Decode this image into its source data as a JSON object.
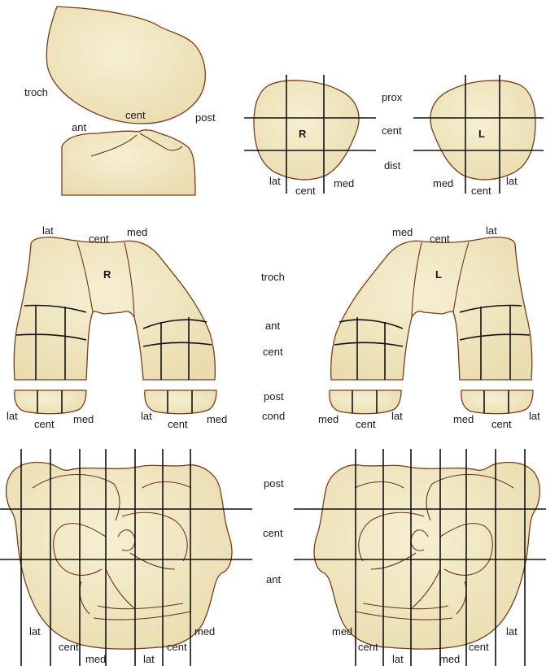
{
  "colors": {
    "bone_fill": "#e9dcae",
    "bone_highlight": "#f6efd2",
    "bone_outline": "#7a3b1c",
    "grid_line": "#111111",
    "detail_line": "#6b3319"
  },
  "knee_side": {
    "troch": "troch",
    "cent": "cent",
    "post": "post",
    "ant": "ant"
  },
  "patella": {
    "right_letter": "R",
    "left_letter": "L",
    "prox": "prox",
    "cent": "cent",
    "dist": "dist",
    "right_lat": "lat",
    "right_cent": "cent",
    "right_med": "med",
    "left_med": "med",
    "left_cent": "cent",
    "left_lat": "lat"
  },
  "femur": {
    "right_letter": "R",
    "left_letter": "L",
    "right_top": {
      "lat": "lat",
      "cent": "cent",
      "med": "med"
    },
    "left_top": {
      "med": "med",
      "cent": "cent",
      "lat": "lat"
    },
    "middle": {
      "troch": "troch",
      "ant": "ant",
      "cent": "cent",
      "post": "post",
      "cond": "cond"
    },
    "right_bottom_left": {
      "lat": "lat",
      "cent": "cent",
      "med": "med"
    },
    "right_bottom_right": {
      "lat": "lat",
      "cent": "cent",
      "med": "med"
    },
    "left_bottom_left": {
      "med": "med",
      "cent": "cent",
      "lat": "lat"
    },
    "left_bottom_right": {
      "med": "med",
      "cent": "cent",
      "lat": "lat"
    }
  },
  "tibia": {
    "middle": {
      "post": "post",
      "cent": "cent",
      "ant": "ant"
    },
    "right_labels": {
      "lat": "lat",
      "cent1": "cent",
      "med1": "med",
      "lat2": "lat",
      "cent2": "cent",
      "med2": "med"
    },
    "left_labels": {
      "med": "med",
      "cent1": "cent",
      "lat1": "lat",
      "med2": "med",
      "cent2": "cent",
      "lat2": "lat"
    }
  }
}
